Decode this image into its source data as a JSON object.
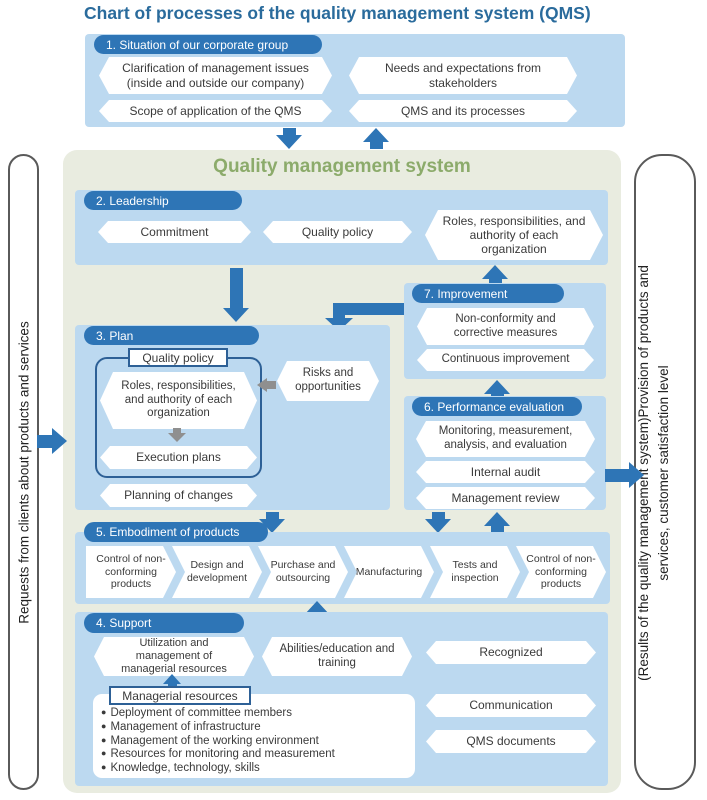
{
  "title": "Chart of processes of the quality management system (QMS)",
  "qms": {
    "title": "Quality management system"
  },
  "rails": {
    "left": "Requests from clients about products and services",
    "right": "(Results of the quality management system)Provision of products and\nservices, customer satisfaction level"
  },
  "situation": {
    "header": "1. Situation of our corporate group",
    "items": [
      "Clarification of management issues (inside and outside our company)",
      "Needs and expectations from stakeholders",
      "Scope of application of the QMS",
      "QMS and its processes"
    ]
  },
  "leadership": {
    "header": "2. Leadership",
    "items": [
      "Commitment",
      "Quality policy",
      "Roles, responsibilities, and authority of each organization"
    ]
  },
  "plan": {
    "header": "3. Plan",
    "box_label": "Quality policy",
    "roles": "Roles, responsibilities, and authority of each organization",
    "execution": "Execution plans",
    "planning": "Planning of changes",
    "risks": "Risks and opportunities"
  },
  "improvement": {
    "header": "7. Improvement",
    "items": [
      "Non-conformity and corrective measures",
      "Continuous improvement"
    ]
  },
  "performance": {
    "header": "6. Performance evaluation",
    "items": [
      "Monitoring, measurement, analysis, and evaluation",
      "Internal audit",
      "Management review"
    ]
  },
  "embodiment": {
    "header": "5. Embodiment of products",
    "steps": [
      "Control of non-conforming products",
      "Design and development",
      "Purchase and outsourcing",
      "Manufacturing",
      "Tests and inspection",
      "Control of non-conforming products"
    ]
  },
  "support": {
    "header": "4. Support",
    "items": [
      "Utilization and management of managerial resources",
      "Abilities/education and training",
      "Recognized"
    ],
    "resources_label": "Managerial resources",
    "resources": [
      "Deployment of committee members",
      "Management of infrastructure",
      "Management of the working environment",
      "Resources for monitoring and measurement",
      "Knowledge, technology, skills"
    ],
    "right_items": [
      "Communication",
      "QMS documents"
    ]
  },
  "colors": {
    "accent_blue": "#2e75b6",
    "panel_light_blue": "#bcd9f0",
    "qms_background": "#e9ece0",
    "qms_title_green": "#8cab6b",
    "gray_arrow": "#8f8f8f",
    "title_blue": "#2a6b9c"
  }
}
